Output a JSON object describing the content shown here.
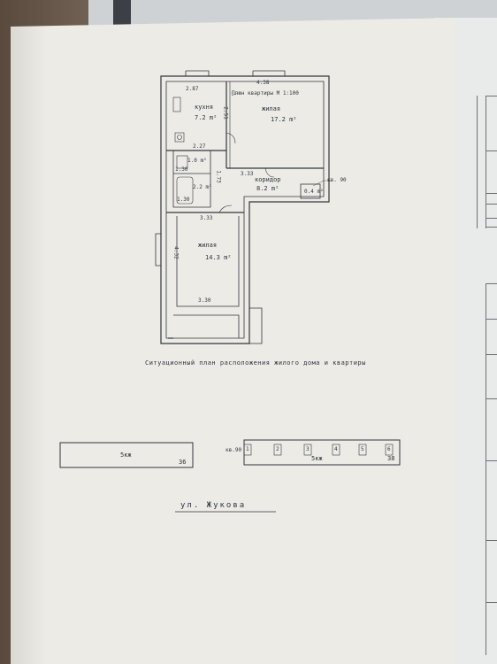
{
  "plan": {
    "title": "План квартиры",
    "scale": "М 1:100",
    "rooms": [
      {
        "id": "kitchen",
        "name": "кухня",
        "area": "7.2 m²"
      },
      {
        "id": "living1",
        "name": "жилая",
        "area": "17.2 m²"
      },
      {
        "id": "corridor",
        "name": "коридор",
        "area": "8.2 m²"
      },
      {
        "id": "living2",
        "name": "жилая",
        "area": "14.3 m²"
      },
      {
        "id": "wc",
        "area": "1.0 m²"
      },
      {
        "id": "bath",
        "area": "2.2 m²"
      },
      {
        "id": "closet",
        "area": "0.4 m²"
      }
    ],
    "dims": {
      "kitchen_top": "2.87",
      "living_top": "4.38",
      "kitchen_side": "2.51",
      "kitchen_inner": "2.27",
      "wc_w": "1.30",
      "corridor_w": "3.33",
      "living2_top": "3.33",
      "living2_bottom": "3.30",
      "living2_side": "4.32",
      "bath_w": "1.30",
      "bath_h": "1.73"
    },
    "apartment_label": "кв. 90"
  },
  "caption": "Ситуационный план расположения жилого дома и квартиры",
  "site": {
    "left_building": {
      "label": "5кж",
      "number": "36"
    },
    "right_building": {
      "label": "5кж",
      "number": "38",
      "apartment": "кв.90",
      "sections": [
        "1",
        "2",
        "3",
        "4",
        "5",
        "6"
      ]
    }
  },
  "street": "ул. Жукова"
}
